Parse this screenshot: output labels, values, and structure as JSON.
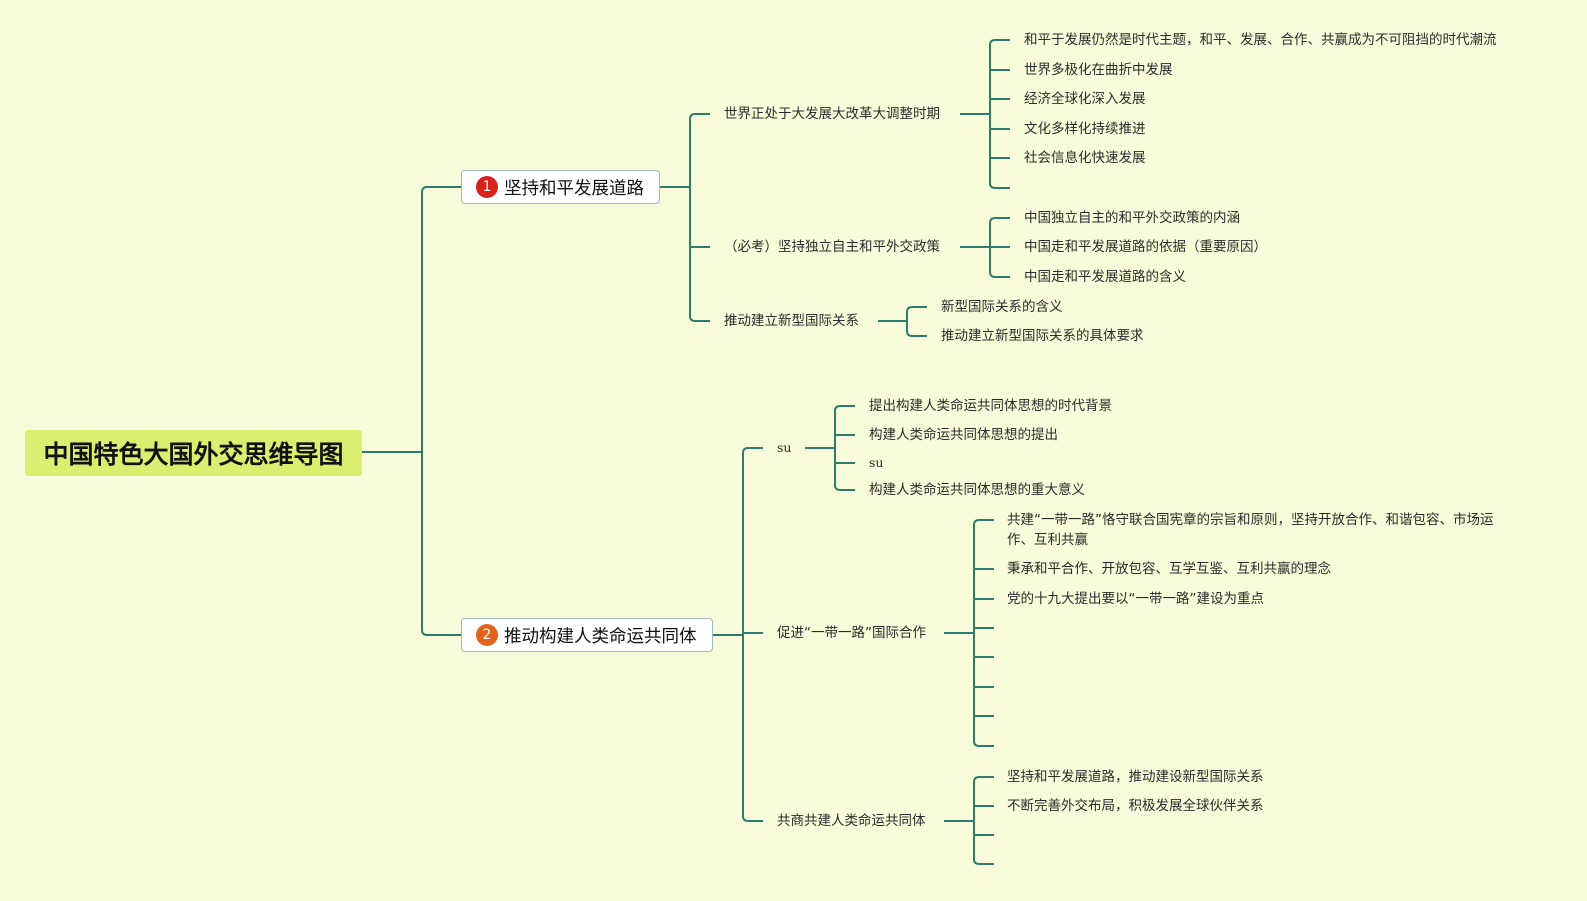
{
  "colors": {
    "background": "#f8fbd9",
    "root": "#dcee6f",
    "line": "#2c7d6e",
    "badge1": "#d8231c",
    "badge2": "#e2631b"
  },
  "root": "中国特色大国外交思维导图",
  "branches": [
    {
      "badge": "1",
      "label": "坚持和平发展道路",
      "children": [
        {
          "label": "世界正处于大发展大改革大调整时期",
          "items": [
            "和平于发展仍然是时代主题，和平、发展、合作、共赢成为不可阻挡的时代潮流",
            "世界多极化在曲折中发展",
            "经济全球化深入发展",
            "文化多样化持续推进",
            "社会信息化快速发展",
            ""
          ]
        },
        {
          "label": "（必考）坚持独立自主和平外交政策",
          "items": [
            "中国独立自主的和平外交政策的内涵",
            "中国走和平发展道路的依据（重要原因）",
            "中国走和平发展道路的含义"
          ]
        },
        {
          "label": "推动建立新型国际关系",
          "items": [
            "新型国际关系的含义",
            "推动建立新型国际关系的具体要求"
          ]
        }
      ]
    },
    {
      "badge": "2",
      "label": "推动构建人类命运共同体",
      "children": [
        {
          "label": "su",
          "items": [
            "提出构建人类命运共同体思想的时代背景",
            "构建人类命运共同体思想的提出",
            "su",
            "构建人类命运共同体思想的重大意义"
          ]
        },
        {
          "label": "促进“一带一路”国际合作",
          "items": [
            "共建“一带一路”恪守联合国宪章的宗旨和原则，坚持开放合作、和谐包容、市场运作、互利共赢",
            "秉承和平合作、开放包容、互学互鉴、互利共赢的理念",
            "党的十九大提出要以“一带一路”建设为重点",
            "",
            "",
            "",
            "",
            ""
          ]
        },
        {
          "label": "共商共建人类命运共同体",
          "items": [
            "坚持和平发展道路，推动建设新型国际关系",
            "不断完善外交布局，积极发展全球伙伴关系",
            "",
            ""
          ]
        }
      ]
    }
  ]
}
